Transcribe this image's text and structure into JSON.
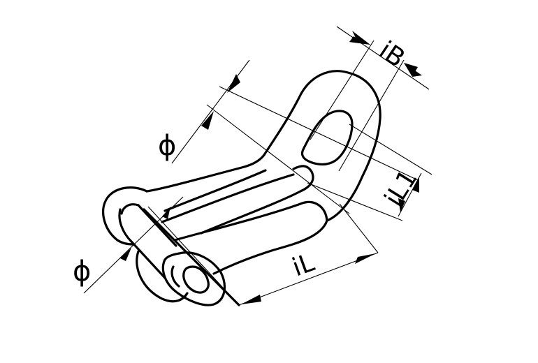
{
  "diagram": {
    "subject": "twisted shackle with screw pin",
    "background": "#ffffff",
    "line_color": "#000000",
    "dimensions": {
      "inner_width": {
        "label": "iB"
      },
      "inner_length_1": {
        "label": "iL1"
      },
      "inner_length": {
        "label": "iL"
      },
      "body_diameter": {
        "label": "ϕ"
      },
      "pin_diameter": {
        "label": "ϕ"
      }
    }
  }
}
